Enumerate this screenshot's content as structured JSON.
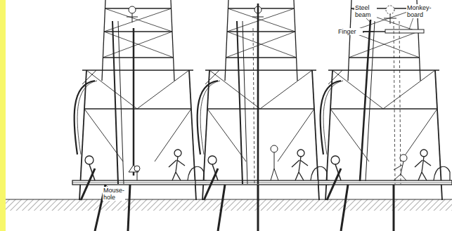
{
  "diagram": {
    "labels": [
      "Mouse- hole",
      "Steel beam",
      "Monkey- board",
      "Finger"
    ]
  }
}
